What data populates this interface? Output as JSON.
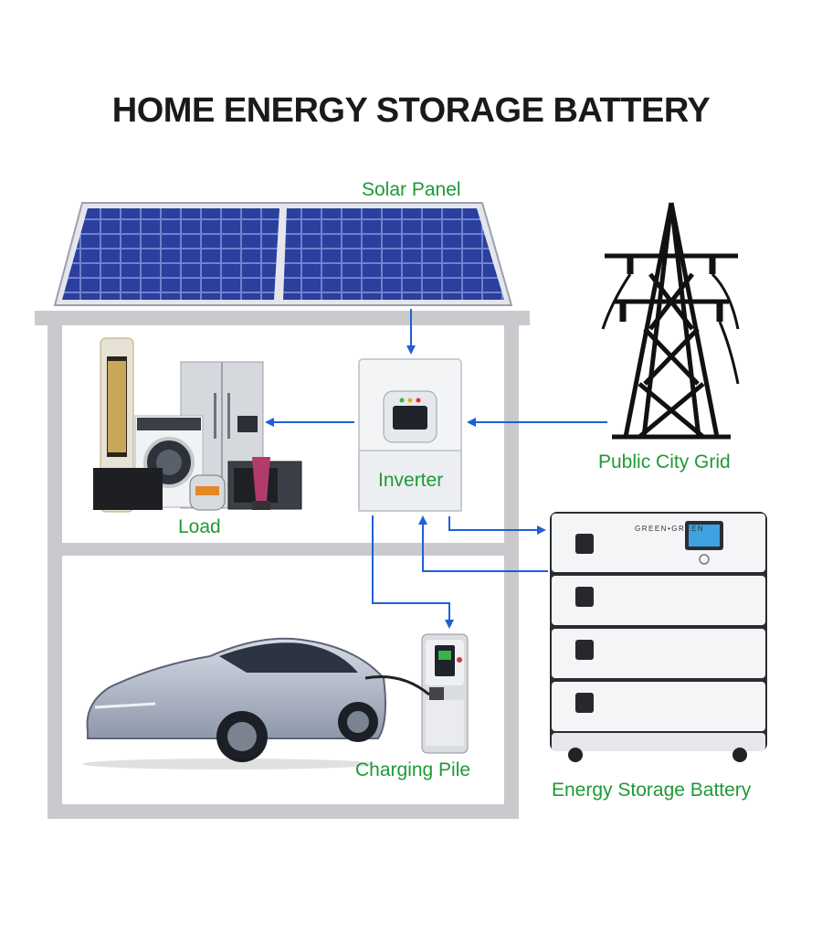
{
  "title": "HOME ENERGY STORAGE BATTERY",
  "labels": {
    "solar_panel": "Solar Panel",
    "public_city_grid": "Public City Grid",
    "load": "Load",
    "inverter": "Inverter",
    "charging_pile": "Charging Pile",
    "energy_storage_battery": "Energy Storage Battery"
  },
  "battery_brand": "GREEN•GREEN",
  "colors": {
    "label_green": "#1e9a36",
    "arrow_blue": "#1f5fd6",
    "house_gray": "#c9c9ce",
    "panel_blue": "#2a3f9e"
  }
}
